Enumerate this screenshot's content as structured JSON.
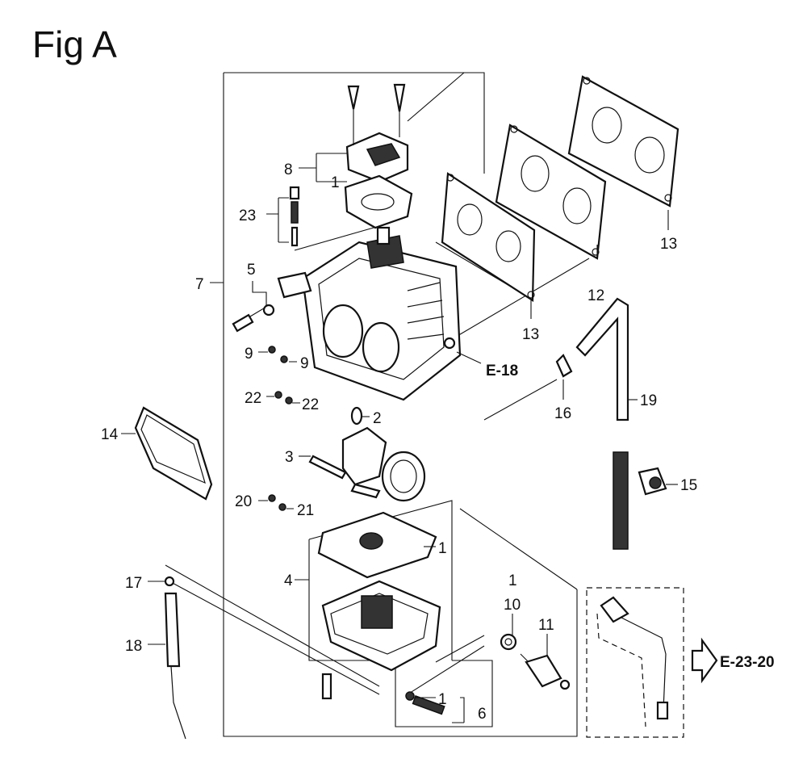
{
  "title": "Fig A",
  "callouts": {
    "c1a": "1",
    "c1b": "1",
    "c1c": "1",
    "c1d": "1",
    "c2": "2",
    "c3": "3",
    "c4": "4",
    "c5": "5",
    "c6": "6",
    "c7": "7",
    "c8": "8",
    "c9a": "9",
    "c9b": "9",
    "c10": "10",
    "c11": "11",
    "c12": "12",
    "c13a": "13",
    "c13b": "13",
    "c14": "14",
    "c15": "15",
    "c16": "16",
    "c17": "17",
    "c18": "18",
    "c19": "19",
    "c20": "20",
    "c21": "21",
    "c22a": "22",
    "c22b": "22",
    "c23": "23"
  },
  "refs": {
    "e18": "E-18",
    "e2320": "E-23-20"
  }
}
